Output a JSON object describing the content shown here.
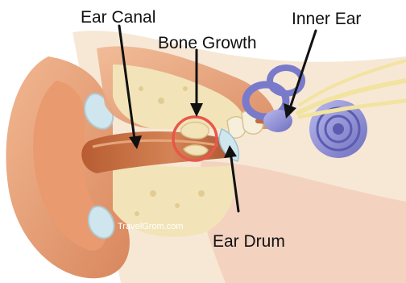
{
  "labels": {
    "ear_canal": "Ear Canal",
    "bone_growth": "Bone Growth",
    "inner_ear": "Inner Ear",
    "ear_drum": "Ear Drum"
  },
  "watermark": "TravelGrom.com",
  "colors": {
    "highlight_circle": "#e8574a",
    "ear_skin": "#e8a27a",
    "ear_canal": "#c36a3f",
    "bone": "#f2e4b8",
    "inner_ear": "#8f8fd6",
    "ear_drum": "#cfe6ef"
  }
}
